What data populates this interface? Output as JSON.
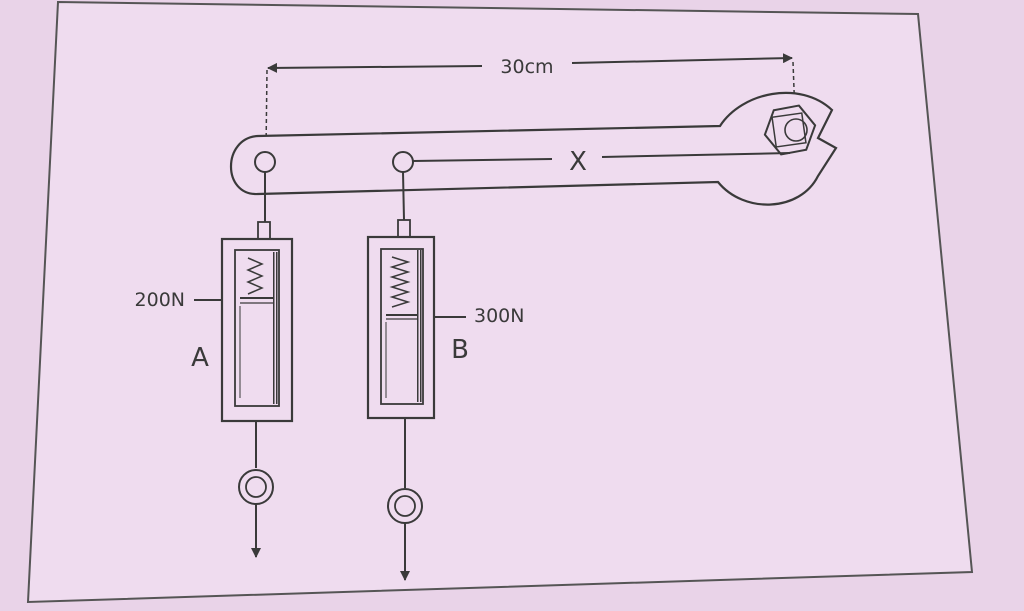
{
  "dimension": {
    "label": "30cm"
  },
  "distance_label": "X",
  "scales": [
    {
      "name": "A",
      "reading": "200N"
    },
    {
      "name": "B",
      "reading": "300N"
    }
  ],
  "colors": {
    "background": "#e9d3e8",
    "paper": "#efdcef",
    "ink": "#3a3a3a"
  }
}
